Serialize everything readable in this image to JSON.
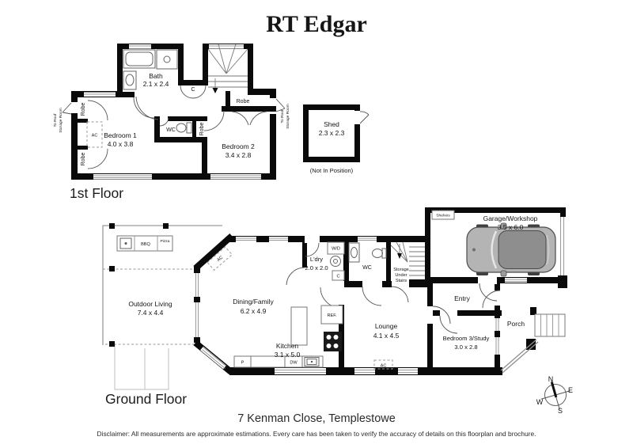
{
  "brand": {
    "title": "RT Edgar"
  },
  "first_floor": {
    "label": "1st Floor",
    "bath_name": "Bath",
    "bath_dims": "2.1 x 2.4",
    "bed1_name": "Bedroom 1",
    "bed1_dims": "4.0 x 3.8",
    "bed2_name": "Bedroom 2",
    "bed2_dims": "3.4 x 2.8",
    "wc": "WC",
    "closet": "C",
    "robe": "Robe",
    "ac": "AC",
    "roof_line1": "To Roof",
    "roof_line2": "Storage Room"
  },
  "shed": {
    "name": "Shed",
    "dims": "2.3 x 2.3",
    "note": "(Not In Position)"
  },
  "ground_floor": {
    "label": "Ground Floor",
    "outdoor_name": "Outdoor Living",
    "outdoor_dims": "7.4 x 4.4",
    "dining_name": "Dining/Family",
    "dining_dims": "6.2 x 4.9",
    "kitchen_name": "Kitchen",
    "kitchen_dims": "3.1 x 5.0",
    "ldry_name": "L'dry",
    "ldry_dims": "2.0 x 2.0",
    "lounge_name": "Lounge",
    "lounge_dims": "4.1 x 4.5",
    "bed3_name": "Bedroom 3/Study",
    "bed3_dims": "3.0 x 2.8",
    "garage_name": "Garage/Workshop",
    "garage_dims": "3.5 x 6.0",
    "wc": "WC",
    "entry": "Entry",
    "porch": "Porch",
    "storage_line1": "Storage",
    "storage_line2": "Under",
    "storage_line3": "Stairs",
    "shelves": "Shelves",
    "wd": "W/D",
    "ref": "REF.",
    "dw": "DW",
    "pantry": "P",
    "closet": "C",
    "bbq": "BBQ",
    "pizza": "Pizza",
    "ac": "AC"
  },
  "compass": {
    "n": "N",
    "e": "E",
    "s": "S",
    "w": "W"
  },
  "footer": {
    "address": "7 Kenman Close, Templestowe",
    "disclaimer": "Disclaimer: All measurements are approximate estimations. Every care has been taken to verify the accuracy of details on this floorplan and brochure."
  },
  "colors": {
    "wall": "#0a0a0a",
    "window_line": "#9a9a9a",
    "car_body": "#b4b4b4",
    "car_roof": "#8e8e8e"
  }
}
